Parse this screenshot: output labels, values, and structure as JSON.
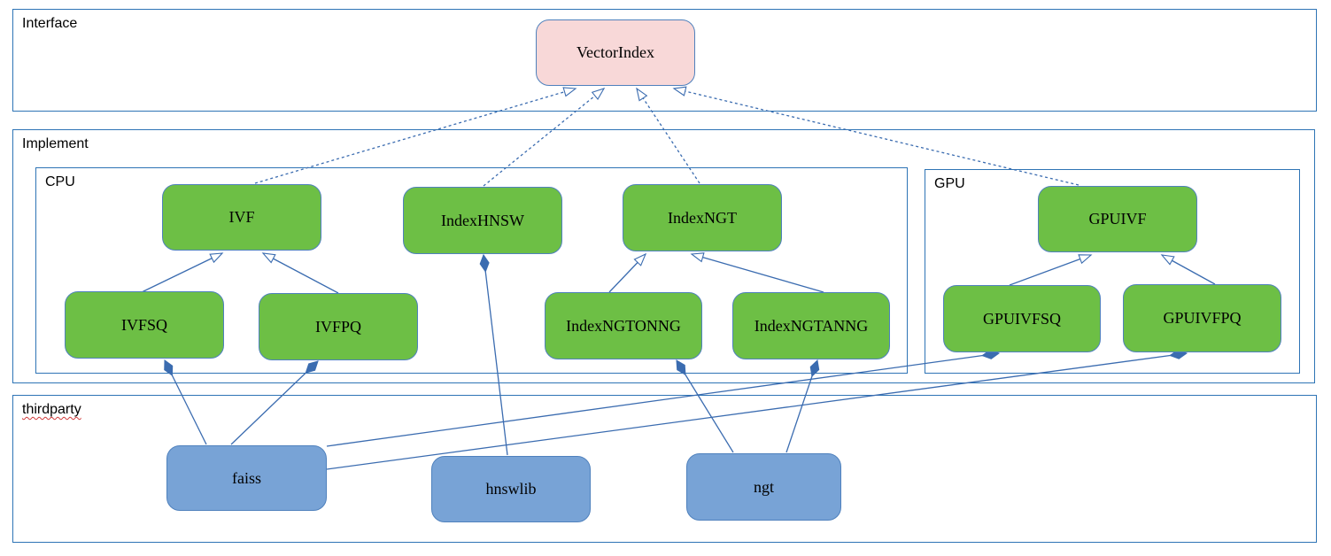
{
  "diagram": {
    "sections": {
      "interface": {
        "label": "Interface"
      },
      "implement": {
        "label": "Implement"
      },
      "cpu": {
        "label": "CPU"
      },
      "gpu": {
        "label": "GPU"
      },
      "thirdparty": {
        "label": "thirdparty"
      }
    },
    "nodes": {
      "vectorindex": {
        "label": "VectorIndex",
        "section": "interface"
      },
      "ivf": {
        "label": "IVF",
        "section": "cpu"
      },
      "indexhnsw": {
        "label": "IndexHNSW",
        "section": "cpu"
      },
      "indexngt": {
        "label": "IndexNGT",
        "section": "cpu"
      },
      "ivfsq": {
        "label": "IVFSQ",
        "section": "cpu"
      },
      "ivfpq": {
        "label": "IVFPQ",
        "section": "cpu"
      },
      "indexngtonng": {
        "label": "IndexNGTONNG",
        "section": "cpu"
      },
      "indexngtanng": {
        "label": "IndexNGTANNG",
        "section": "cpu"
      },
      "gpuivf": {
        "label": "GPUIVF",
        "section": "gpu"
      },
      "gpuivfsq": {
        "label": "GPUIVFSQ",
        "section": "gpu"
      },
      "gpuivfpq": {
        "label": "GPUIVFPQ",
        "section": "gpu"
      },
      "faiss": {
        "label": "faiss",
        "section": "thirdparty"
      },
      "hnswlib": {
        "label": "hnswlib",
        "section": "thirdparty"
      },
      "ngt": {
        "label": "ngt",
        "section": "thirdparty"
      }
    },
    "edges": [
      {
        "from": "IVF",
        "to": "VectorIndex",
        "type": "realization"
      },
      {
        "from": "IndexHNSW",
        "to": "VectorIndex",
        "type": "realization"
      },
      {
        "from": "IndexNGT",
        "to": "VectorIndex",
        "type": "realization"
      },
      {
        "from": "GPUIVF",
        "to": "VectorIndex",
        "type": "realization"
      },
      {
        "from": "IVFSQ",
        "to": "IVF",
        "type": "inheritance"
      },
      {
        "from": "IVFPQ",
        "to": "IVF",
        "type": "inheritance"
      },
      {
        "from": "IndexNGTONNG",
        "to": "IndexNGT",
        "type": "inheritance"
      },
      {
        "from": "IndexNGTANNG",
        "to": "IndexNGT",
        "type": "inheritance"
      },
      {
        "from": "GPUIVFSQ",
        "to": "GPUIVF",
        "type": "inheritance"
      },
      {
        "from": "GPUIVFPQ",
        "to": "GPUIVF",
        "type": "inheritance"
      },
      {
        "from": "faiss",
        "to": "IVFSQ",
        "type": "composition"
      },
      {
        "from": "faiss",
        "to": "IVFPQ",
        "type": "composition"
      },
      {
        "from": "faiss",
        "to": "GPUIVFSQ",
        "type": "composition"
      },
      {
        "from": "faiss",
        "to": "GPUIVFPQ",
        "type": "composition"
      },
      {
        "from": "hnswlib",
        "to": "IndexHNSW",
        "type": "composition"
      },
      {
        "from": "ngt",
        "to": "IndexNGTONNG",
        "type": "composition"
      },
      {
        "from": "ngt",
        "to": "IndexNGTANNG",
        "type": "composition"
      }
    ],
    "colors": {
      "interface_node_fill": "#f8d8d8",
      "implement_node_fill": "#6dbf45",
      "thirdparty_node_fill": "#78a3d6",
      "node_border": "#4f81bd",
      "frame_border": "#2e74b5",
      "connector": "#3b6cb0",
      "spellcheck_underline": "#d03a3a"
    }
  }
}
